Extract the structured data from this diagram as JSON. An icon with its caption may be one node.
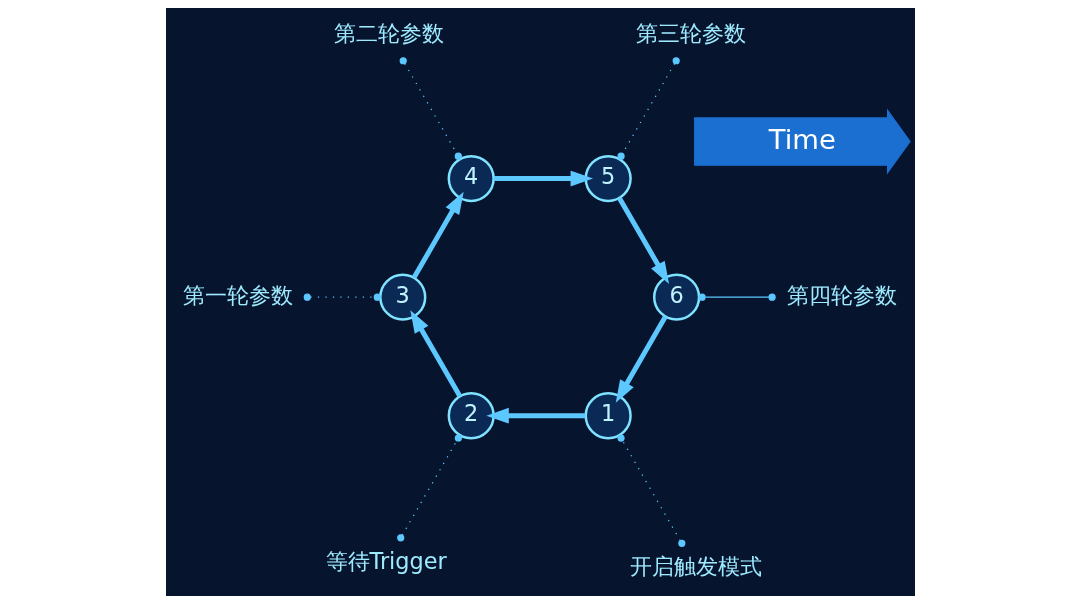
{
  "diagram": {
    "nodes": [
      {
        "text": [
          "Time"
        ]
      },
      {
        "text": [
          "1"
        ]
      },
      {
        "text": [
          "2"
        ]
      },
      {
        "text": [
          "3"
        ]
      },
      {
        "text": [
          "4"
        ]
      },
      {
        "text": [
          "5"
        ]
      },
      {
        "text": [
          "6"
        ]
      },
      {
        "text": [
          "开启触发模式"
        ]
      },
      {
        "text": [
          "等待Trigger"
        ]
      },
      {
        "text": [
          "第一轮参数"
        ]
      },
      {
        "text": [
          "第二轮参数"
        ]
      },
      {
        "text": [
          "第三轮参数"
        ]
      },
      {
        "text": [
          "第四轮参数"
        ]
      }
    ],
    "edges": [
      {
        "from": 6,
        "to": 1,
        "arrow": "to",
        "style": "thick"
      },
      {
        "from": 1,
        "to": 2,
        "arrow": "to",
        "style": "thick"
      },
      {
        "from": 2,
        "to": 3,
        "arrow": "to",
        "style": "thick"
      },
      {
        "from": 3,
        "to": 4,
        "arrow": "to",
        "style": "thick"
      },
      {
        "from": 4,
        "to": 5,
        "arrow": "to",
        "style": "thick"
      },
      {
        "from": 5,
        "to": 6,
        "arrow": "to",
        "style": "thick"
      },
      {
        "from": 7,
        "to": 1,
        "arrow": "other",
        "style": "dashed"
      },
      {
        "from": 8,
        "to": 2,
        "arrow": "other",
        "style": "dashed"
      },
      {
        "from": 9,
        "to": 3,
        "arrow": "other",
        "style": "dashed"
      },
      {
        "from": 10,
        "to": 4,
        "arrow": "other",
        "style": "dashed"
      },
      {
        "from": 11,
        "to": 5,
        "arrow": "other",
        "style": "dashed"
      },
      {
        "from": 12,
        "to": 6,
        "arrow": "other"
      }
    ]
  }
}
